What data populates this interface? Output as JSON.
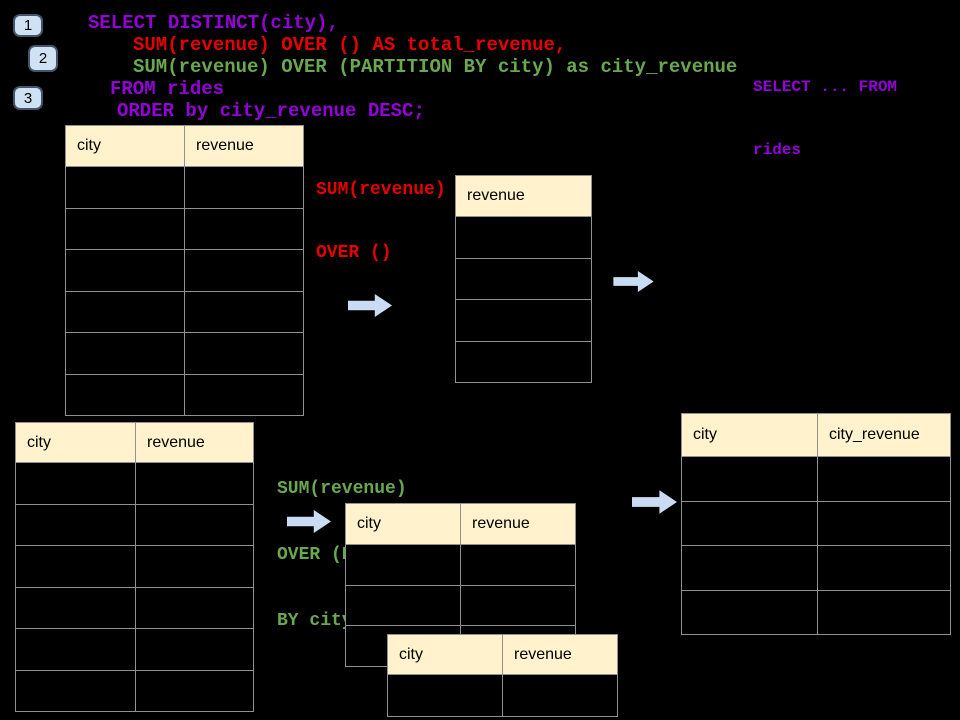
{
  "slide": {
    "background": "#000000",
    "accent_colors": {
      "purple": "#9303d6",
      "red": "#e60000",
      "green": "#6aa84f",
      "header_bg": "#fff2cc",
      "table_border": "#919191",
      "arrow_fill": "#c9dcf3",
      "badge_bg": "#cfe2f3",
      "badge_border": "#44546a"
    }
  },
  "step_badges": [
    {
      "label": "1"
    },
    {
      "label": "2"
    },
    {
      "label": "3"
    }
  ],
  "sql_code": {
    "lines": [
      {
        "text": "SELECT DISTINCT(city),",
        "color": "purple"
      },
      {
        "text": "SUM(revenue) OVER () AS total_revenue,",
        "color": "red"
      },
      {
        "text": "SUM(revenue) OVER (PARTITION BY city) as city_revenue",
        "color": "green"
      },
      {
        "text": "FROM rides",
        "color": "purple"
      },
      {
        "text": "ORDER by city_revenue DESC;",
        "color": "purple"
      }
    ]
  },
  "side_note": {
    "lines": [
      {
        "text": "SELECT ... FROM"
      },
      {
        "text": "rides"
      }
    ]
  },
  "annotations": {
    "window_total": {
      "color": "red",
      "lines": [
        {
          "text": "SUM(revenue)"
        },
        {
          "text": "OVER ()"
        }
      ]
    },
    "window_partition": {
      "color": "green",
      "lines": [
        {
          "text": "SUM(revenue)"
        },
        {
          "text": "OVER (PARTITION"
        },
        {
          "text": "BY city)"
        }
      ]
    }
  },
  "tables": {
    "rides_top": {
      "headers": [
        "city",
        "revenue"
      ],
      "empty_rows": 6
    },
    "total_revenue_result": {
      "headers": [
        "revenue"
      ],
      "empty_rows": 4
    },
    "rides_bottom": {
      "headers": [
        "city",
        "revenue"
      ],
      "empty_rows": 6
    },
    "partition_step": {
      "headers": [
        "city",
        "revenue"
      ],
      "empty_rows": 3
    },
    "partition_step_overlay": {
      "headers": [
        "city",
        "revenue"
      ],
      "empty_rows": 1
    },
    "city_revenue_result": {
      "headers": [
        "city",
        "city_revenue"
      ],
      "empty_rows": 4
    }
  },
  "icons": {
    "flow_arrow": "right-block-arrow"
  }
}
